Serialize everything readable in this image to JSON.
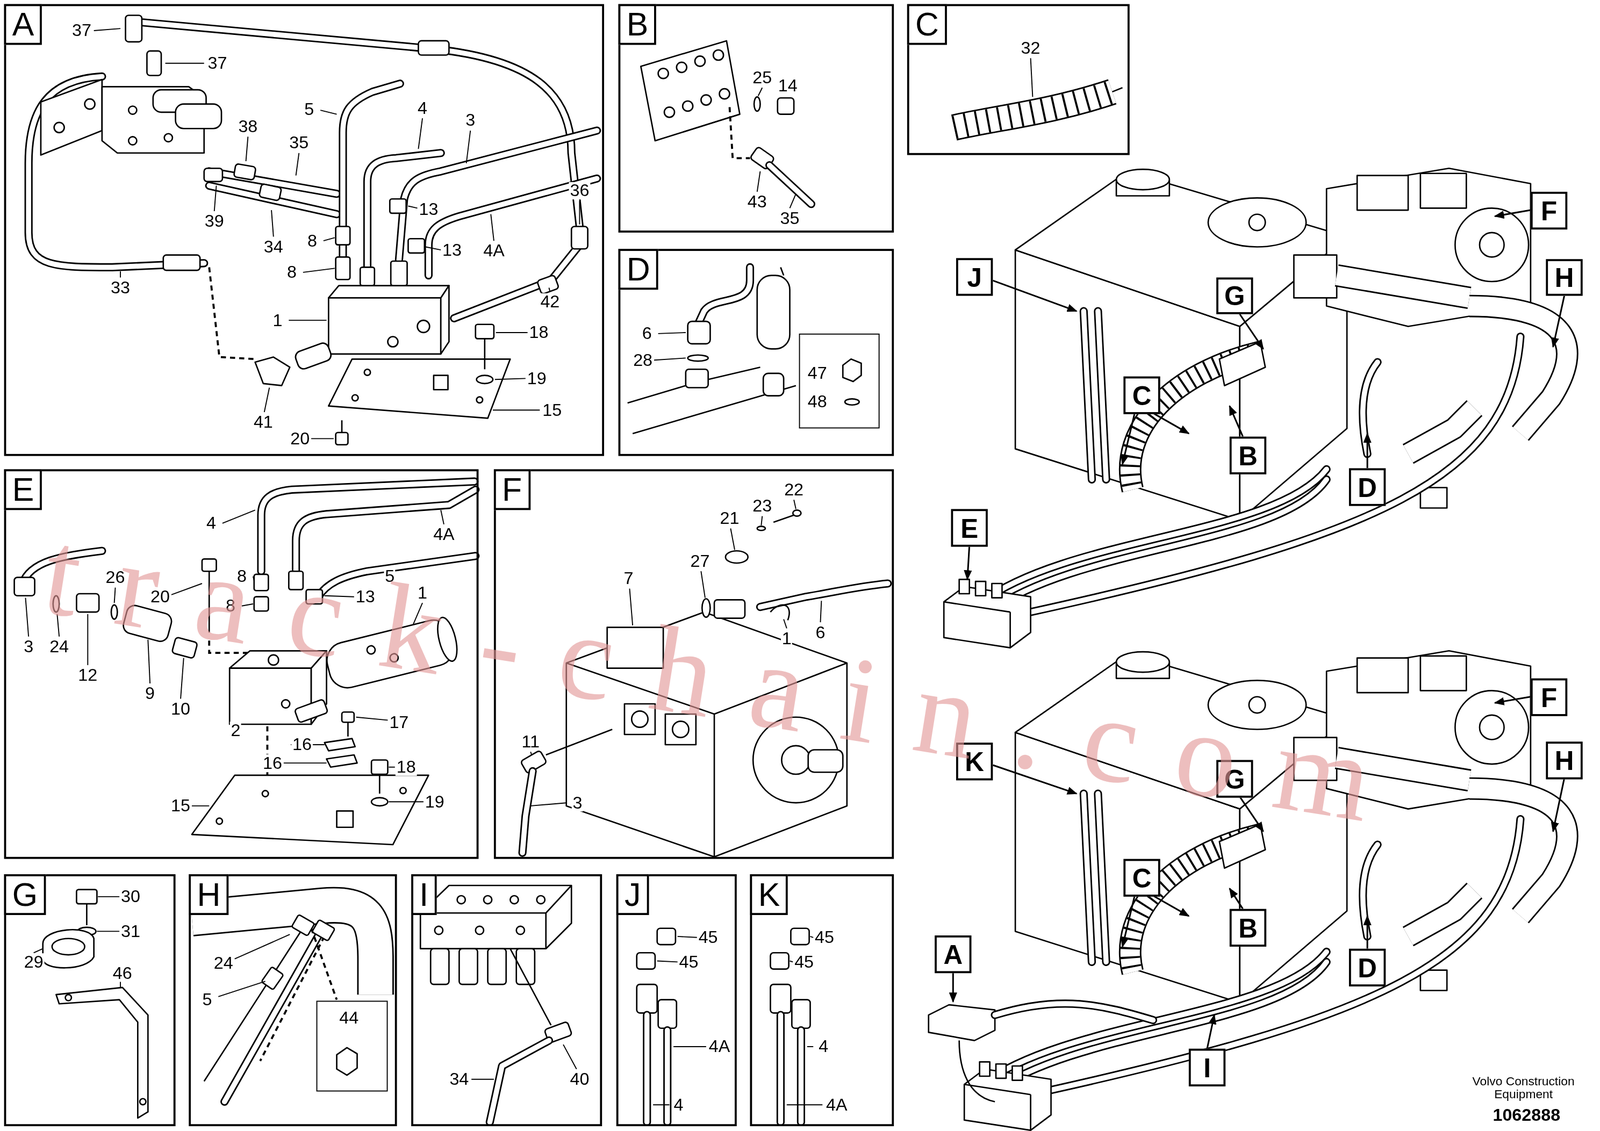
{
  "diagram": {
    "nodes": [
      {
        "text": [
          "A"
        ]
      },
      {
        "text": [
          "B"
        ]
      },
      {
        "text": [
          "C"
        ]
      },
      {
        "text": [
          "D"
        ]
      },
      {
        "text": [
          "47",
          "48"
        ],
        "in": 3
      },
      {
        "text": [
          "E"
        ]
      },
      {
        "text": [
          "F"
        ]
      },
      {
        "text": [
          "G"
        ]
      },
      {
        "text": [
          "H"
        ]
      },
      {
        "text": [
          "44"
        ],
        "in": 8
      },
      {
        "text": [
          "I"
        ]
      },
      {
        "text": [
          "J"
        ]
      },
      {
        "text": [
          "K"
        ]
      },
      {
        "text": [
          "F"
        ]
      },
      {
        "text": [
          "J"
        ]
      },
      {
        "text": [
          "H"
        ]
      },
      {
        "text": [
          "G"
        ]
      },
      {
        "text": [
          "C"
        ]
      },
      {
        "text": [
          "B"
        ]
      },
      {
        "text": [
          "D"
        ]
      },
      {
        "text": [
          "E"
        ]
      },
      {
        "text": [
          "F"
        ]
      },
      {
        "text": [
          "H"
        ]
      },
      {
        "text": [
          "K"
        ]
      },
      {
        "text": [
          "G"
        ]
      },
      {
        "text": [
          "C"
        ]
      },
      {
        "text": [
          "B"
        ]
      },
      {
        "text": [
          "A"
        ]
      },
      {
        "text": [
          "D"
        ]
      },
      {
        "text": [
          "I"
        ]
      }
    ],
    "labels": [
      "37",
      "37",
      "38",
      "35",
      "5",
      "4",
      "3",
      "39",
      "34",
      "8",
      "13",
      "13",
      "4A",
      "36",
      "8",
      "33",
      "42",
      "1",
      "18",
      "19",
      "15",
      "41",
      "20",
      "25",
      "14",
      "43",
      "35",
      "32",
      "6",
      "28",
      "4",
      "4A",
      "8",
      "20",
      "26",
      "13",
      "5",
      "1",
      "8",
      "3",
      "24",
      "12",
      "9",
      "10",
      "17",
      "2",
      "16",
      "16",
      "18",
      "15",
      "19",
      "22",
      "21",
      "23",
      "27",
      "7",
      "1",
      "6",
      "11",
      "3",
      "30",
      "31",
      "29",
      "46",
      "24",
      "5",
      "34",
      "40",
      "45",
      "45",
      "4A",
      "4",
      "45",
      "45",
      "4",
      "4A",
      "Volvo Construction Equipment",
      "1062888",
      "track-chain.com"
    ]
  }
}
